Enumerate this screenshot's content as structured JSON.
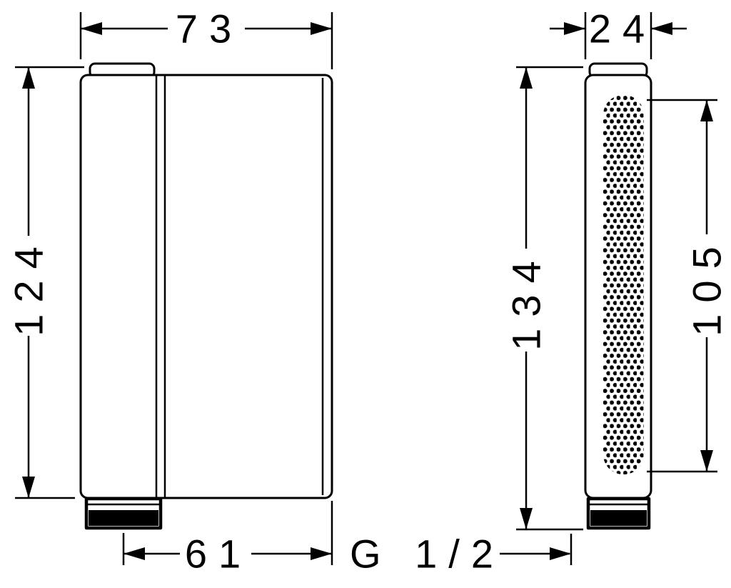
{
  "colors": {
    "line": "#000000",
    "background": "#ffffff"
  },
  "dims": {
    "front_width": "73",
    "front_height": "124",
    "outlet_offset": "61",
    "side_depth": "24",
    "total_length": "134",
    "spray_face_length": "105",
    "thread": "G 1/2"
  }
}
